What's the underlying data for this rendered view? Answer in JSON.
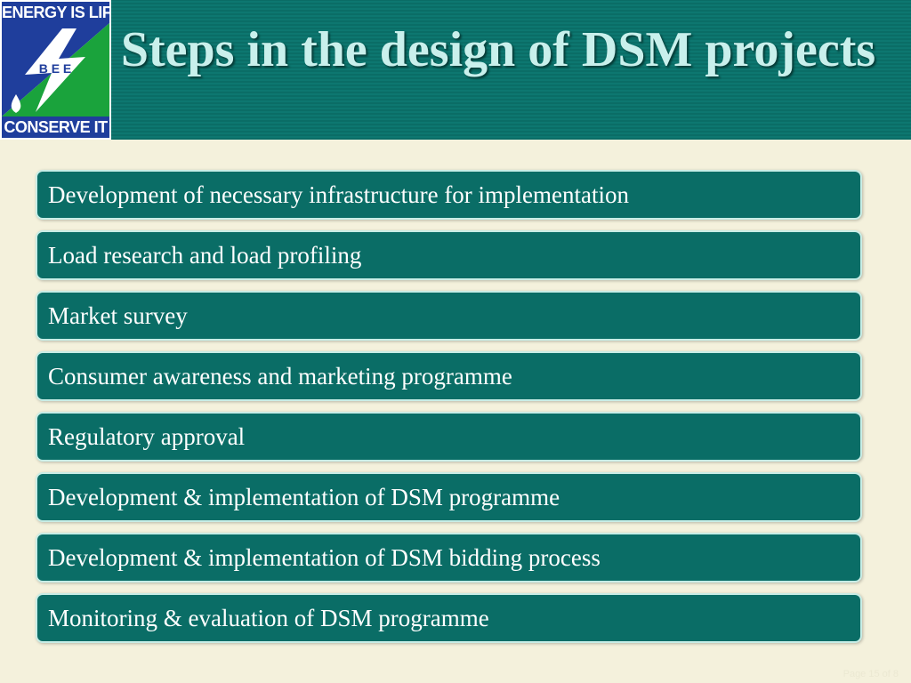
{
  "logo": {
    "top_text": "ENERGY IS LIFE",
    "middle_text": "B E E",
    "bottom_text": "CONSERVE IT",
    "colors": {
      "blue": "#1f3e9c",
      "green": "#1aa33c"
    }
  },
  "slide": {
    "title": "Steps in the design of DSM projects",
    "items": [
      "Development of necessary infrastructure for implementation",
      "Load research and load profiling",
      "Market survey",
      "Consumer awareness and marketing programme",
      "Regulatory approval",
      "Development & implementation of DSM programme",
      "Development & implementation of DSM bidding process",
      "Monitoring & evaluation of DSM programme"
    ],
    "page_indicator": "Page 15 of 8"
  },
  "colors": {
    "header_bg": "#0a6d66",
    "title_text": "#c9f0ec",
    "slide_bg": "#f4f1dc",
    "box_bg": "#0a6d66",
    "box_border": "#c8ede6"
  }
}
